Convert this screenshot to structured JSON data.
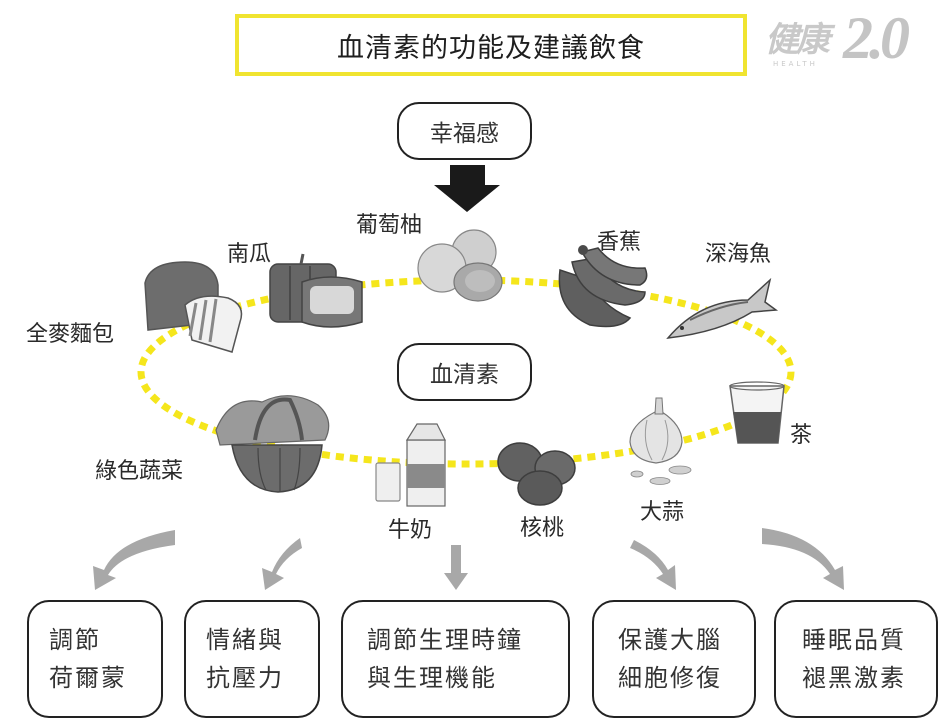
{
  "title": "血清素的功能及建議飲食",
  "logo": {
    "chinese": "健康",
    "number": "2.0",
    "english": "HEALTH"
  },
  "top_node": {
    "label": "幸福感"
  },
  "center_node": {
    "label": "血清素"
  },
  "foods": [
    {
      "id": "grapefruit",
      "label": "葡萄柚"
    },
    {
      "id": "banana",
      "label": "香蕉"
    },
    {
      "id": "deep-sea-fish",
      "label": "深海魚"
    },
    {
      "id": "tea",
      "label": "茶"
    },
    {
      "id": "garlic",
      "label": "大蒜"
    },
    {
      "id": "walnut",
      "label": "核桃"
    },
    {
      "id": "milk",
      "label": "牛奶"
    },
    {
      "id": "green-vegetables",
      "label": "綠色蔬菜"
    },
    {
      "id": "whole-wheat-bread",
      "label": "全麥麵包"
    },
    {
      "id": "pumpkin",
      "label": "南瓜"
    }
  ],
  "functions": [
    {
      "line1": "調節",
      "line2": "荷爾蒙"
    },
    {
      "line1": "情緒與",
      "line2": "抗壓力"
    },
    {
      "line1": "調節生理時鐘",
      "line2": "與生理機能"
    },
    {
      "line1": "保護大腦",
      "line2": "細胞修復"
    },
    {
      "line1": "睡眠品質",
      "line2": "褪黑激素"
    }
  ],
  "colors": {
    "ring": "#f5e61c",
    "title_border": "#f0e430",
    "arrow_gray": "#a8a8a8",
    "arrow_black": "#1a1a1a"
  }
}
